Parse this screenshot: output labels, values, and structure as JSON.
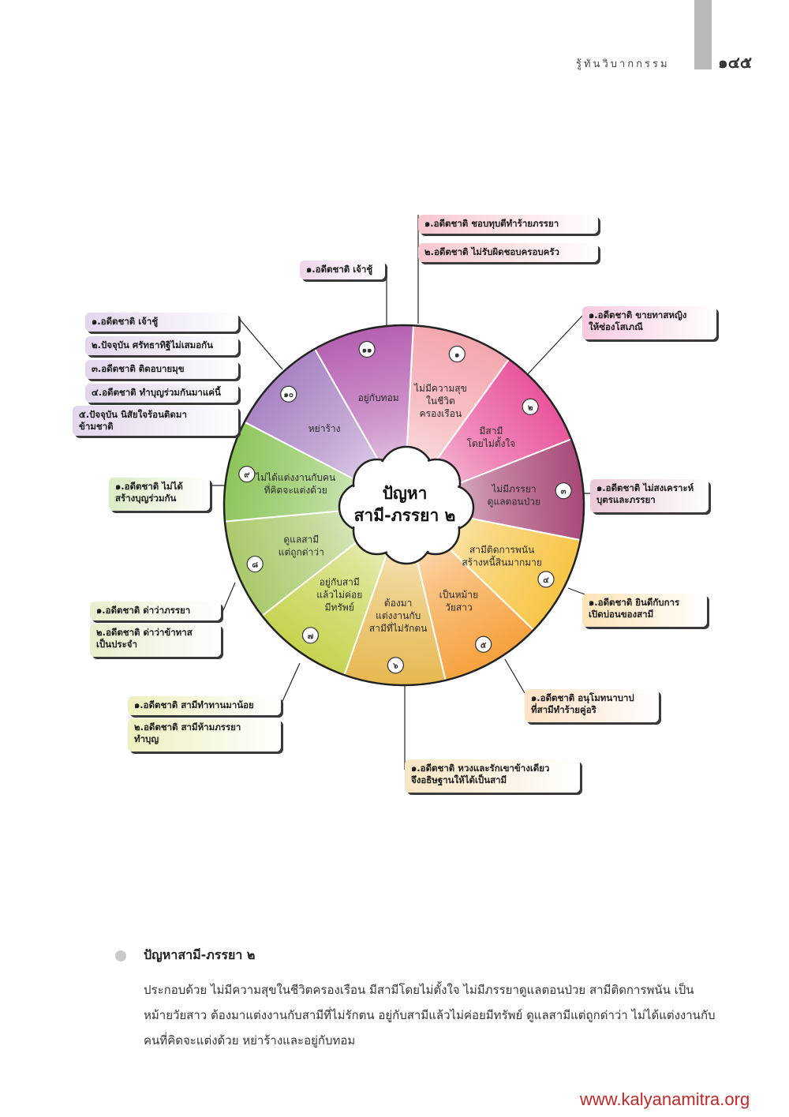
{
  "header": {
    "title": "รู้ทันวิบากกรรม",
    "page_number": "๑๔๕"
  },
  "diagram": {
    "center": {
      "line1": "ปัญหา",
      "line2": "สามี-ภรรยา ๒"
    },
    "segments": [
      {
        "num": "๑",
        "label": "ไม่มีความสุข\nในชีวิต\nครองเรือน",
        "color": "#f3a6ad"
      },
      {
        "num": "๒",
        "label": "มีสามี\nโดยไม่ตั้งใจ",
        "color": "#e8559a"
      },
      {
        "num": "๓",
        "label": "ไม่มีภรรยา\nดูแลตอนป่วย",
        "color": "#a84877"
      },
      {
        "num": "๔",
        "label": "สามีติดการพนัน\nสร้างหนี้สินมากมาย",
        "color": "#f7c545"
      },
      {
        "num": "๕",
        "label": "เป็นหม้าย\nวัยสาว",
        "color": "#f6a13d"
      },
      {
        "num": "๖",
        "label": "ต้องมา\nแต่งงานกับ\nสามีที่ไม่รักตน",
        "color": "#e6b84f"
      },
      {
        "num": "๗",
        "label": "อยู่กับสามี\nแล้วไม่ค่อย\nมีทรัพย์",
        "color": "#c6d34e"
      },
      {
        "num": "๘",
        "label": "ดูแลสามี\nแต่ถูกด่าว่า",
        "color": "#a9c96a"
      },
      {
        "num": "๙",
        "label": "ไม่ได้แต่งงานกับคน\nที่คิดจะแต่งด้วย",
        "color": "#8dc55a"
      },
      {
        "num": "๑๐",
        "label": "หย่าร้าง",
        "color": "#a883c2"
      },
      {
        "num": "๑๑",
        "label": "อยู่กับทอม",
        "color": "#b45fb0"
      }
    ],
    "causes": [
      {
        "segment": "๑",
        "color": "#f7c7cf",
        "items": [
          "๑.อดีตชาติ ชอบทุบตีทำร้ายภรรยา",
          "๒.อดีตชาติ ไม่รับผิดชอบครอบครัว"
        ]
      },
      {
        "segment": "๒",
        "color": "#f8c9df",
        "items": [
          "๑.อดีตชาติ ขายทาสหญิง\nให้ซ่องโสเภณี"
        ]
      },
      {
        "segment": "๓",
        "color": "#e9c9d8",
        "items": [
          "๑.อดีตชาติ ไม่สงเคราะห์\nบุตรและภรรยา"
        ]
      },
      {
        "segment": "๔",
        "color": "#fde3b6",
        "items": [
          "๑.อดีตชาติ ยินดีกับการ\nเปิดบ่อนของสามี"
        ]
      },
      {
        "segment": "๕",
        "color": "#fde1c4",
        "items": [
          "๑.อดีตชาติ อนุโมทนาบาป\nที่สามีทำร้ายคู่อริ"
        ]
      },
      {
        "segment": "๖",
        "color": "#f7e6c3",
        "items": [
          "๑.อดีตชาติ หวงและรักเขาข้างเดียว\nจึงอธิษฐานให้ได้เป็นสามี"
        ]
      },
      {
        "segment": "๗",
        "color": "#eef0bf",
        "items": [
          "๑.อดีตชาติ สามีทำทานมาน้อย",
          "๒.อดีตชาติ สามีห้ามภรรยา\nทำบุญ"
        ]
      },
      {
        "segment": "๘",
        "color": "#e8eecd",
        "items": [
          "๑.อดีตชาติ ด่าว่าภรรยา",
          "๒.อดีตชาติ ด่าว่าข้าทาส\nเป็นประจำ"
        ]
      },
      {
        "segment": "๙",
        "color": "#dcebc4",
        "items": [
          "๑.อดีตชาติ ไม่ได้\nสร้างบุญร่วมกัน"
        ]
      },
      {
        "segment": "๑๐",
        "color": "#e2d6ec",
        "items": [
          "๑.อดีตชาติ เจ้าชู้",
          "๒.ปัจจุบัน ศรัทธาทิฐิไม่เสมอกัน",
          "๓.อดีตชาติ ติดอบายมุข",
          "๔.อดีตชาติ ทำบุญร่วมกันมาแค่นี้",
          "๕.ปัจจุบัน นิสัยใจร้อนติดมา\nข้ามชาติ"
        ]
      },
      {
        "segment": "๑๑",
        "color": "#eed5ec",
        "items": [
          "๑.อดีตชาติ เจ้าชู้"
        ]
      }
    ]
  },
  "section": {
    "title": "ปัญหาสามี-ภรรยา ๒",
    "body": "ประกอบด้วย ไม่มีความสุขในชีวิตครองเรือน มีสามีโดยไม่ตั้งใจ ไม่มีภรรยาดูแลตอนป่วย สามีติดการพนัน เป็นหม้ายวัยสาว ต้องมาแต่งงานกับสามีที่ไม่รักตน อยู่กับสามีแล้วไม่ค่อยมีทรัพย์ ดูแลสามีแต่ถูกด่าว่า ไม่ได้แต่งงานกับคนที่คิดจะแต่งด้วย หย่าร้างและอยู่กับทอม"
  },
  "footer": {
    "url": "www.kalyanamitra.org"
  }
}
